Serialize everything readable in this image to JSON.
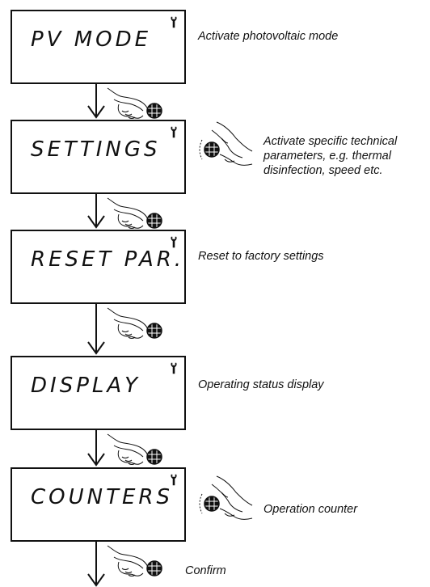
{
  "steps": [
    {
      "screen_label": "PV MODE",
      "description": [
        "Activate photovoltaic mode"
      ],
      "wrench_icon": "wrench-icon",
      "rotate_knob": false
    },
    {
      "screen_label": "SETTINGS",
      "description": [
        "Activate specific technical",
        "parameters, e.g. thermal",
        "disinfection, speed etc."
      ],
      "wrench_icon": "wrench-icon",
      "rotate_knob": true
    },
    {
      "screen_label": "RESET PAR.",
      "description": [
        "Reset to factory settings"
      ],
      "wrench_icon": "wrench-icon",
      "rotate_knob": false
    },
    {
      "screen_label": "DISPLAY",
      "description": [
        "Operating status display"
      ],
      "wrench_icon": "wrench-icon",
      "rotate_knob": false
    },
    {
      "screen_label": "COUNTERS",
      "description": [
        "Operation counter"
      ],
      "wrench_icon": "wrench-icon",
      "rotate_knob": true
    }
  ],
  "confirm_label": "Confirm",
  "icons": {
    "press_knob": "hand-pressing-knob-icon",
    "rotate_knob": "hand-rotating-knob-icon",
    "arrow": "down-arrow-icon"
  },
  "colors": {
    "line": "#111111",
    "background": "#ffffff"
  }
}
